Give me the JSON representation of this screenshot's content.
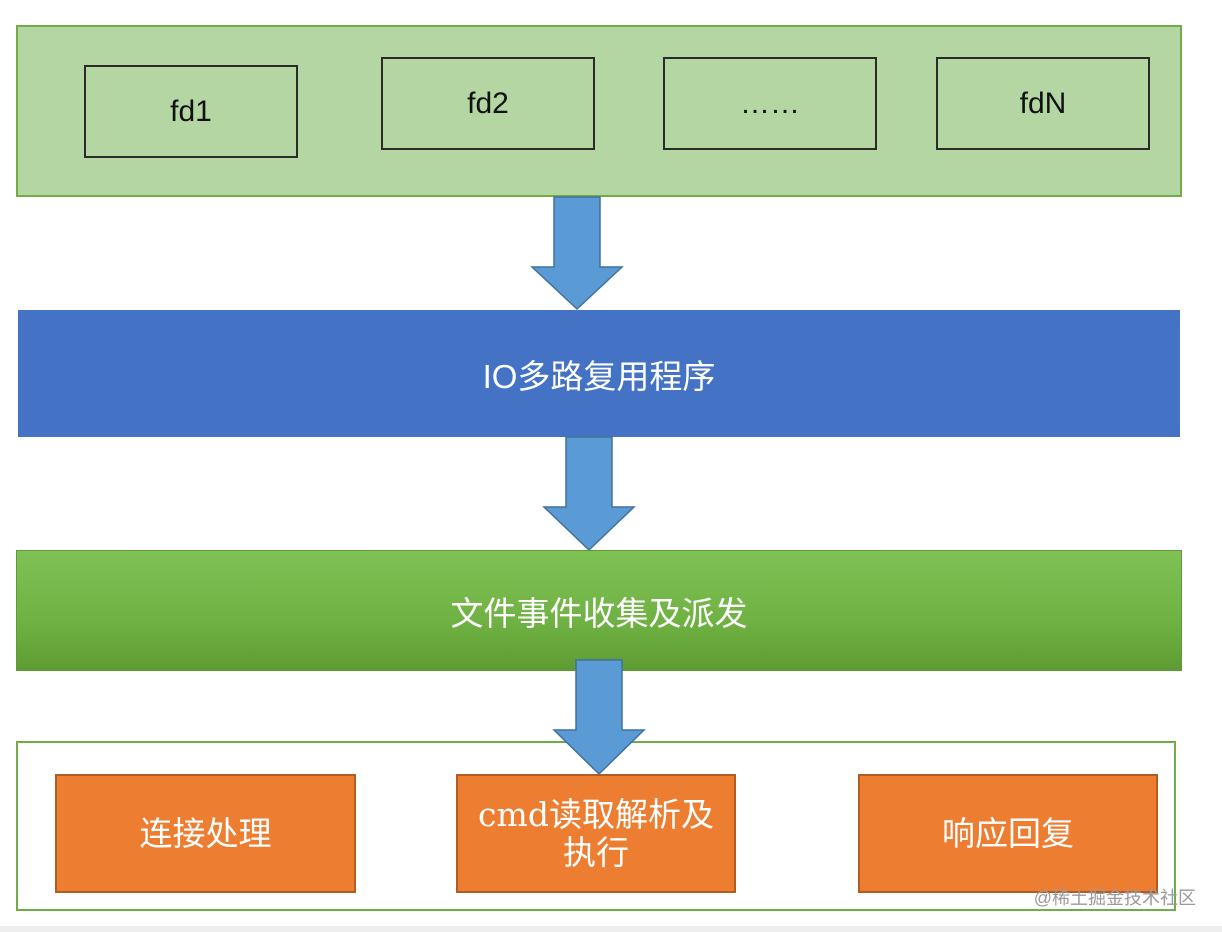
{
  "fd_boxes": [
    "fd1",
    "fd2",
    "……",
    "fdN"
  ],
  "io_multiplexer": "IO多路复用程序",
  "event_dispatcher": "文件事件收集及派发",
  "handlers": [
    "连接处理",
    "cmd读取解析及执行",
    "响应回复"
  ],
  "watermark": "@稀土掘金技术社区",
  "colors": {
    "fd_panel_fill": "#b3d6a3",
    "fd_panel_border": "#70ad47",
    "io_bar": "#4472c4",
    "dispatch_bar": "#70ad47",
    "handler_box": "#ed7d31",
    "arrow": "#5b9bd5"
  }
}
